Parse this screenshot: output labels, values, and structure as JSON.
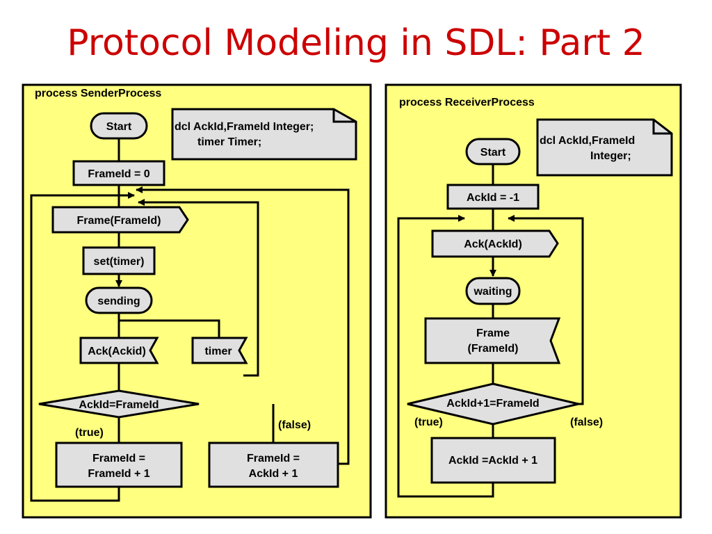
{
  "slide": {
    "title": "Protocol Modeling in SDL: Part 2"
  },
  "sender": {
    "title": "process SenderProcess",
    "start": "Start",
    "declaration": [
      "dcl AckId,FrameId Integer;",
      "timer Timer;"
    ],
    "init_task": "FrameId = 0",
    "output_frame": "Frame(FrameId)",
    "set_timer": "set(timer)",
    "state_sending": "sending",
    "input_ack": "Ack(Ackid)",
    "input_timer": "timer",
    "decision": "AckId=FrameId",
    "true_label": "(true)",
    "false_label": "(false)",
    "task_true": [
      "FrameId =",
      "FrameId + 1"
    ],
    "task_false": [
      "FrameId =",
      "AckId + 1"
    ]
  },
  "receiver": {
    "title": "process ReceiverProcess",
    "start": "Start",
    "declaration": [
      "dcl AckId,FrameId",
      "Integer;"
    ],
    "init_task": "AckId = -1",
    "output_ack": "Ack(AckId)",
    "state_waiting": "waiting",
    "input_frame": [
      "Frame",
      "(FrameId)"
    ],
    "decision": "AckId+1=FrameId",
    "true_label": "(true)",
    "false_label": "(false)",
    "task_true": "AckId =AckId + 1"
  },
  "colors": {
    "title": "#cc0000",
    "panel_fill": "#ffff80",
    "symbol_fill": "#e0e0e0",
    "stroke": "#000000"
  }
}
